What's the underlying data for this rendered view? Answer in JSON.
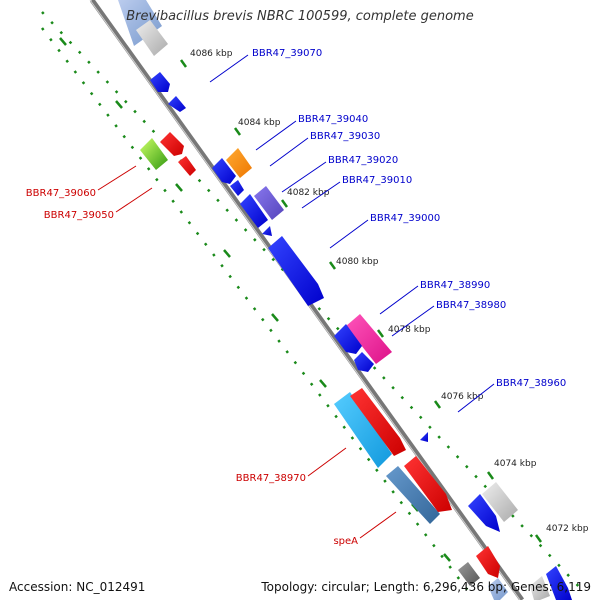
{
  "title": "Brevibacillus brevis NBRC 100599, complete genome",
  "footer": {
    "accession": "Accession: NC_012491",
    "summary": "Topology: circular; Length: 6,296,436 bp; Genes: 6,119"
  },
  "colors": {
    "backbone": "#8a8a8a",
    "tick": "#1a8a1a",
    "label_plus": "#0000cc",
    "label_minus": "#cc0000"
  },
  "scale_labels": [
    "4086 kbp",
    "4084 kbp",
    "4082 kbp",
    "4080 kbp",
    "4078 kbp",
    "4076 kbp",
    "4074 kbp",
    "4072 kbp"
  ],
  "gene_labels": [
    {
      "text": "BBR47_39070",
      "strand": "plus"
    },
    {
      "text": "BBR47_39040",
      "strand": "plus"
    },
    {
      "text": "BBR47_39030",
      "strand": "plus"
    },
    {
      "text": "BBR47_39020",
      "strand": "plus"
    },
    {
      "text": "BBR47_39010",
      "strand": "plus"
    },
    {
      "text": "BBR47_39000",
      "strand": "plus"
    },
    {
      "text": "BBR47_38990",
      "strand": "plus"
    },
    {
      "text": "BBR47_38980",
      "strand": "plus"
    },
    {
      "text": "BBR47_38960",
      "strand": "plus"
    },
    {
      "text": "BBR47_39060",
      "strand": "minus"
    },
    {
      "text": "BBR47_39050",
      "strand": "minus"
    },
    {
      "text": "BBR47_38970",
      "strand": "minus"
    },
    {
      "text": "speA",
      "strand": "minus"
    }
  ]
}
